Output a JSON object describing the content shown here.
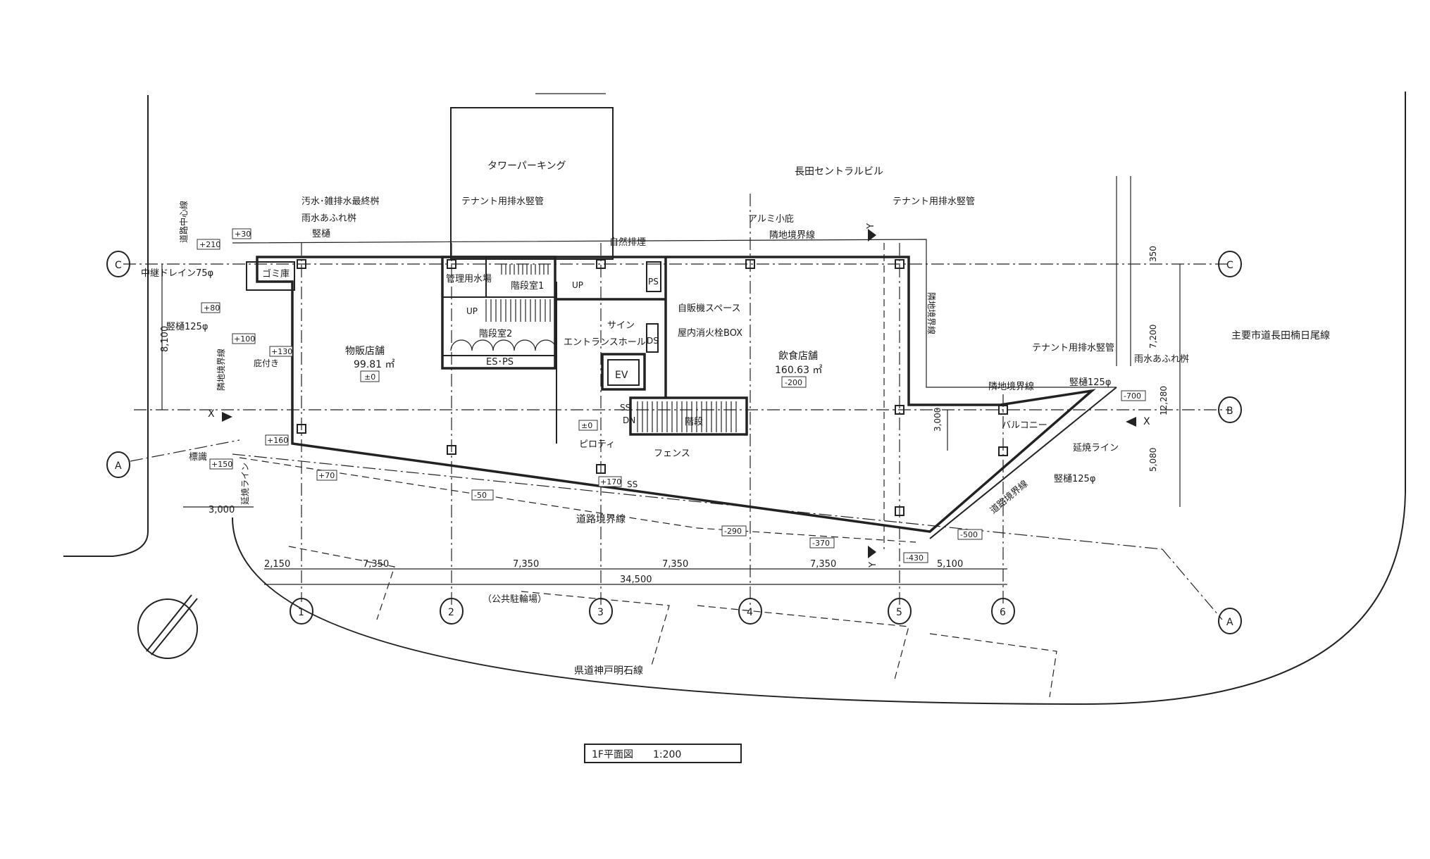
{
  "drawing_title": "1F平面図　　1:200",
  "sites": {
    "tower_parking": "タワーパーキング",
    "neighbor_building": "長田セントラルビル",
    "main_road": "主要市道長田楠日尾線",
    "prefectural_road": "県道神戸明石線",
    "bicycle_parking": "（公共駐輪場）"
  },
  "rooms": {
    "retail_name": "物販店舗",
    "retail_area": "99.81 ㎡",
    "retail_level": "±0",
    "restaurant_name": "飲食店舗",
    "restaurant_area": "160.63 ㎡",
    "restaurant_level": "-200",
    "garbage": "ゴミ庫",
    "mgmt_water": "管理用水場",
    "stair1": "階段室1",
    "stair2": "階段室2",
    "es_ps": "ES･PS",
    "ps": "PS",
    "ds": "DS",
    "ev": "EV",
    "entrance_hall": "エントランスホール",
    "piloti": "ピロティ",
    "stairs": "階段",
    "balcony": "バルコニー",
    "with_roof": "庇付き"
  },
  "annotations": {
    "sewage_pit": "汚水･雑排水最終桝",
    "rain_pit": "雨水あふれ桝",
    "downpipe": "竪樋",
    "relay_drain": "中継ドレイン75φ",
    "downpipe_125": "竪樋125φ",
    "tenant_drain_1": "テナント用排水竪管",
    "tenant_drain_2": "テナント用排水竪管",
    "tenant_drain_3": "テナント用排水竪管",
    "aluminum_eave": "アルミ小庇",
    "natural_smoke": "自然排煙",
    "neighbor_line": "隣地境界線",
    "neighbor_line_2": "隣地境界線",
    "neighbor_line_v_right": "隣地境界線",
    "neighbor_line_v_left": "隣地境界線",
    "vending": "自販機スペース",
    "hydrant": "屋内消火栓BOX",
    "sign": "サイン",
    "fence": "フェンス",
    "road_boundary": "道路境界線",
    "road_boundary_diag": "道路境界線",
    "extension_line": "延焼ライン",
    "extension_line_v": "延焼ライン",
    "road_center": "道路中心線",
    "marker": "標識",
    "downpipe_125_r": "竪樋125φ",
    "downpipe_125_b": "竪樋125φ",
    "rain_pit_r": "雨水あふれ桝",
    "up1": "UP",
    "up2": "UP",
    "ss1": "SS",
    "ss2": "SS",
    "dn": "DN",
    "x_left": "X",
    "x_right": "X",
    "y_top": "Y",
    "y_bottom": "Y"
  },
  "levels": {
    "l1": "+30",
    "l2": "+210",
    "l3": "+80",
    "l4": "+100",
    "l5": "+130",
    "l6": "+160",
    "l7": "+150",
    "l8": "+70",
    "l9": "-50",
    "l10": "±0",
    "l11": "+170",
    "l12": "-290",
    "l13": "-370",
    "l14": "-500",
    "l15": "-430",
    "l16": "-700"
  },
  "grid": {
    "cols": [
      "1",
      "2",
      "3",
      "4",
      "5",
      "6"
    ],
    "rows": [
      "A",
      "B",
      "C"
    ]
  },
  "dimensions": {
    "bottom": [
      "2,150",
      "7,350",
      "7,350",
      "7,350",
      "7,350",
      "5,100"
    ],
    "total": "34,500",
    "left_v": "8,100",
    "left_h": "3,000",
    "right": [
      "350",
      "7,200",
      "12,280",
      "3,000",
      "5,080"
    ]
  }
}
